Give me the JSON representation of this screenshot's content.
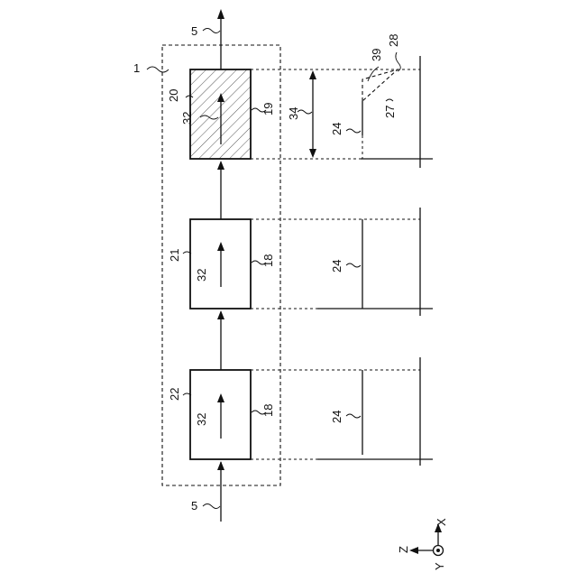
{
  "labels": {
    "flow_top": "5",
    "flow_bottom": "5",
    "device": "1",
    "box_top_ref": "20",
    "box_top_side": "19",
    "box_top_arrow": "32",
    "box_mid_ref": "21",
    "box_mid_side": "18",
    "box_mid_arrow": "32",
    "box_bot_ref": "22",
    "box_bot_side": "18",
    "box_bot_arrow": "32",
    "dim": "34",
    "line_top": "24",
    "line_mid": "24",
    "line_bot": "24",
    "tri_27": "27",
    "tri_28": "28",
    "tri_39": "39"
  },
  "axes": {
    "x": "X",
    "y": "Y",
    "z": "Z"
  },
  "colors": {
    "stroke": "#111111",
    "hatch": "#555555",
    "background": "#ffffff"
  }
}
